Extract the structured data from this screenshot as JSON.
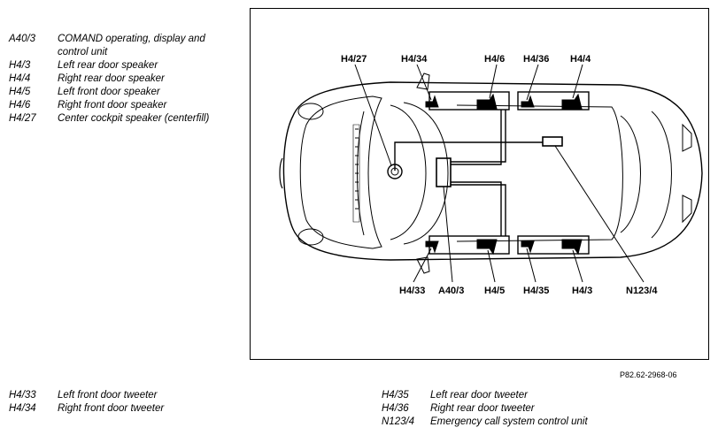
{
  "legend_top": [
    {
      "code": "A40/3",
      "desc": "COMAND operating, display and control unit"
    },
    {
      "code": "H4/3",
      "desc": "Left rear door speaker"
    },
    {
      "code": "H4/4",
      "desc": "Right rear door speaker"
    },
    {
      "code": "H4/5",
      "desc": "Left front door speaker"
    },
    {
      "code": "H4/6",
      "desc": "Right front door speaker"
    },
    {
      "code": "H4/27",
      "desc": "Center cockpit speaker (centerfill)"
    }
  ],
  "legend_bottom_left": [
    {
      "code": "H4/33",
      "desc": "Left front door tweeter"
    },
    {
      "code": "H4/34",
      "desc": "Right front door tweeter"
    }
  ],
  "legend_bottom_right": [
    {
      "code": "H4/35",
      "desc": "Left rear door tweeter"
    },
    {
      "code": "H4/36",
      "desc": "Right rear door tweeter"
    },
    {
      "code": "N123/4",
      "desc": "Emergency call system control unit"
    }
  ],
  "diagram": {
    "top_labels": [
      "H4/27",
      "H4/34",
      "H4/6",
      "H4/36",
      "H4/4"
    ],
    "bottom_labels": [
      "H4/33",
      "A40/3",
      "H4/5",
      "H4/35",
      "H4/3",
      "N123/4"
    ]
  },
  "drawing_ref": "P82.62-2968-06"
}
